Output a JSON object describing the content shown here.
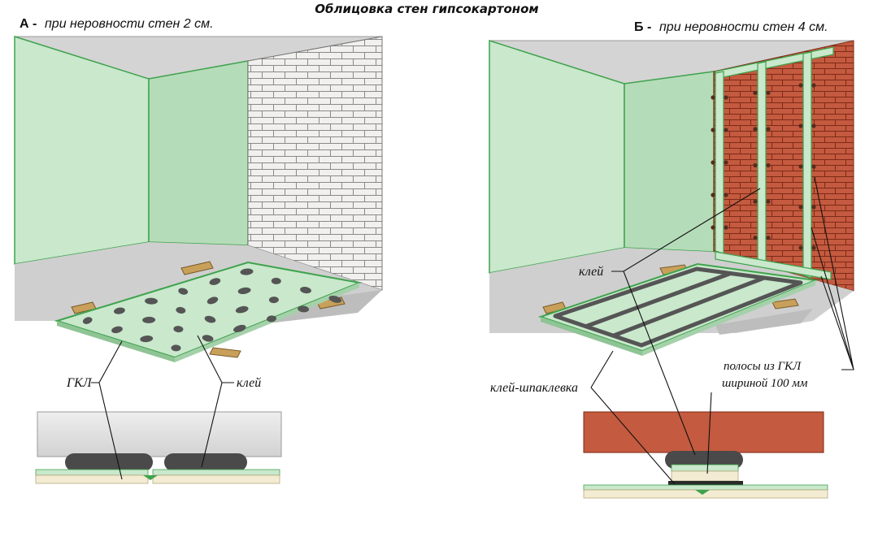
{
  "title": "Облицовка стен гипсокартоном",
  "variant_a": {
    "prefix": "А -",
    "caption": "при неровности стен 2 см.",
    "label_gkl": "ГКЛ",
    "label_glue": "клей"
  },
  "variant_b": {
    "prefix": "Б -",
    "caption": "при неровности стен 4 см.",
    "label_glue": "клей",
    "label_putty": "клей-шпаклевка",
    "label_strips_line1": "полосы из ГКЛ",
    "label_strips_line2": "шириной 100 мм"
  },
  "colors": {
    "wall_green": "#c9e8cc",
    "wall_green_dark": "#b5dcb9",
    "edge_green": "#3fa34d",
    "ceiling_gray": "#d4d4d4",
    "floor_gray": "#cfcfcf",
    "brick_white": "#f1f0ee",
    "brick_red": "#c45a3f",
    "glue_dark": "#555555",
    "beam_wood": "#c8a05a",
    "gkl_cream": "#f3ecd3"
  }
}
